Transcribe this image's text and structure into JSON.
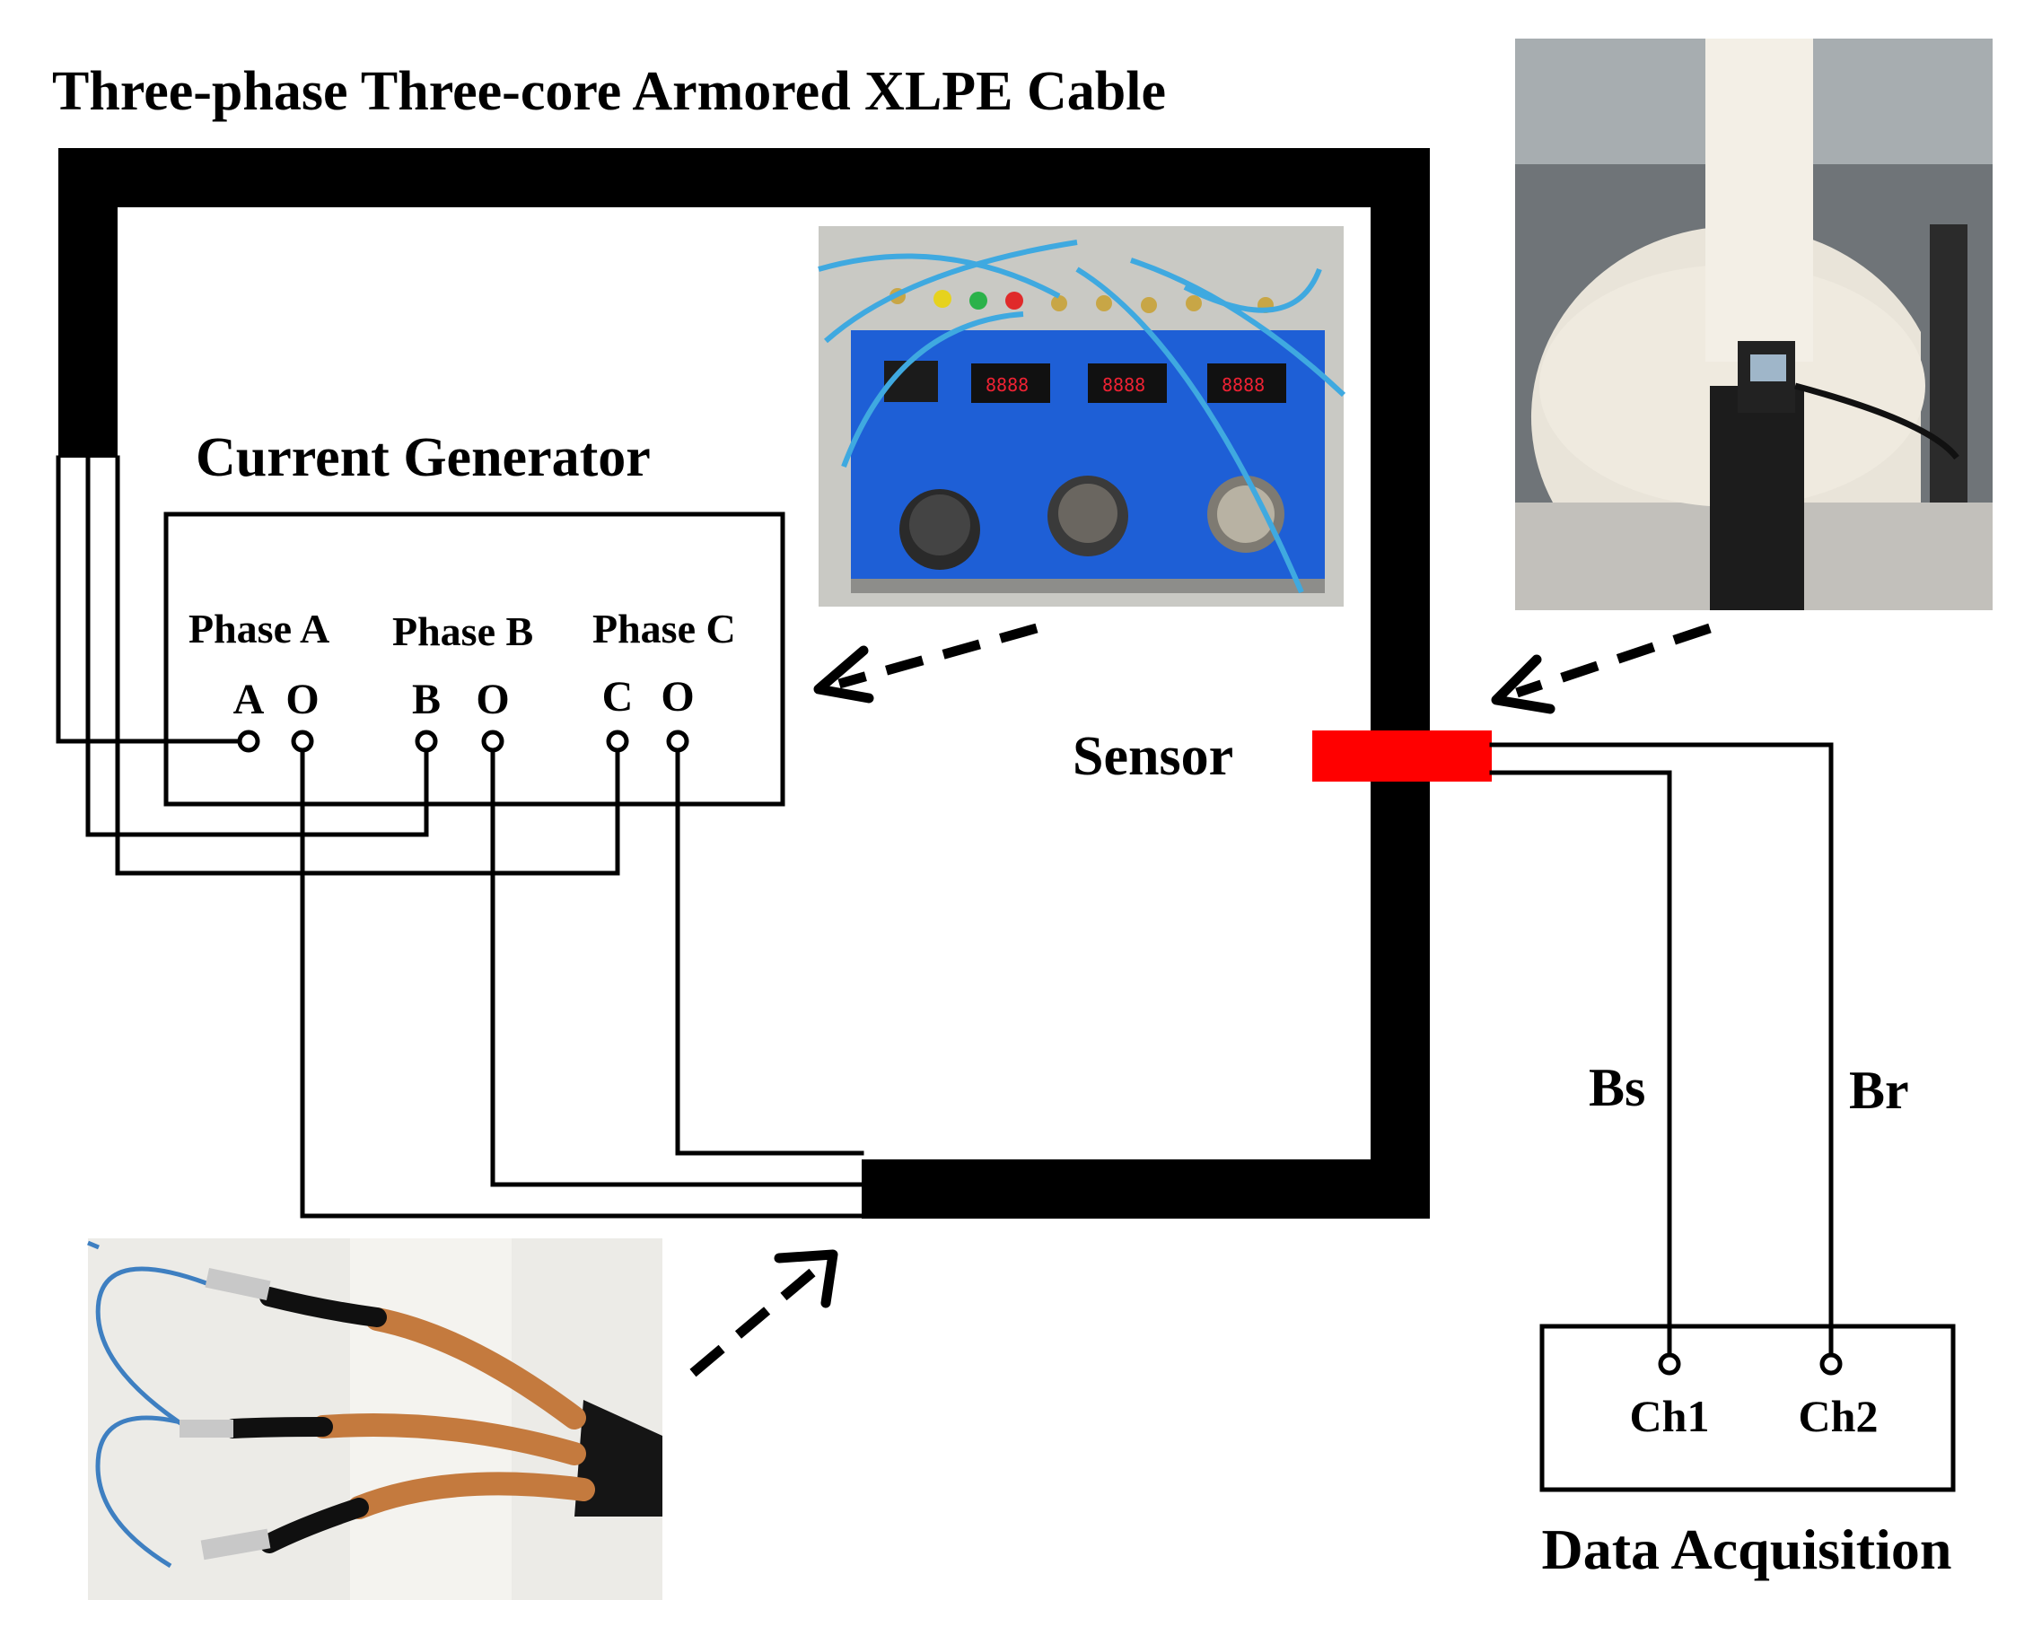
{
  "title": "Three-phase Three-core Armored XLPE Cable",
  "current_generator": {
    "label": "Current Generator",
    "phases": [
      {
        "name": "Phase A",
        "terminals": [
          "A",
          "O"
        ]
      },
      {
        "name": "Phase B",
        "terminals": [
          "B",
          "O"
        ]
      },
      {
        "name": "Phase C",
        "terminals": [
          "C",
          "O"
        ]
      }
    ]
  },
  "sensor": {
    "label": "Sensor",
    "color": "#ff0000"
  },
  "signals": {
    "bs": "Bs",
    "br": "Br"
  },
  "data_acquisition": {
    "label": "Data Acquisition",
    "channels": [
      "Ch1",
      "Ch2"
    ]
  },
  "photos": {
    "generator_panel": "current-generator-photo",
    "sensor_mount": "sensor-mount-photo",
    "cable_end": "cable-termination-photo"
  },
  "colors": {
    "cable": "#000000",
    "sensor": "#ff0000",
    "panel_blue": "#1e5fd6",
    "copper": "#c47a3e"
  }
}
